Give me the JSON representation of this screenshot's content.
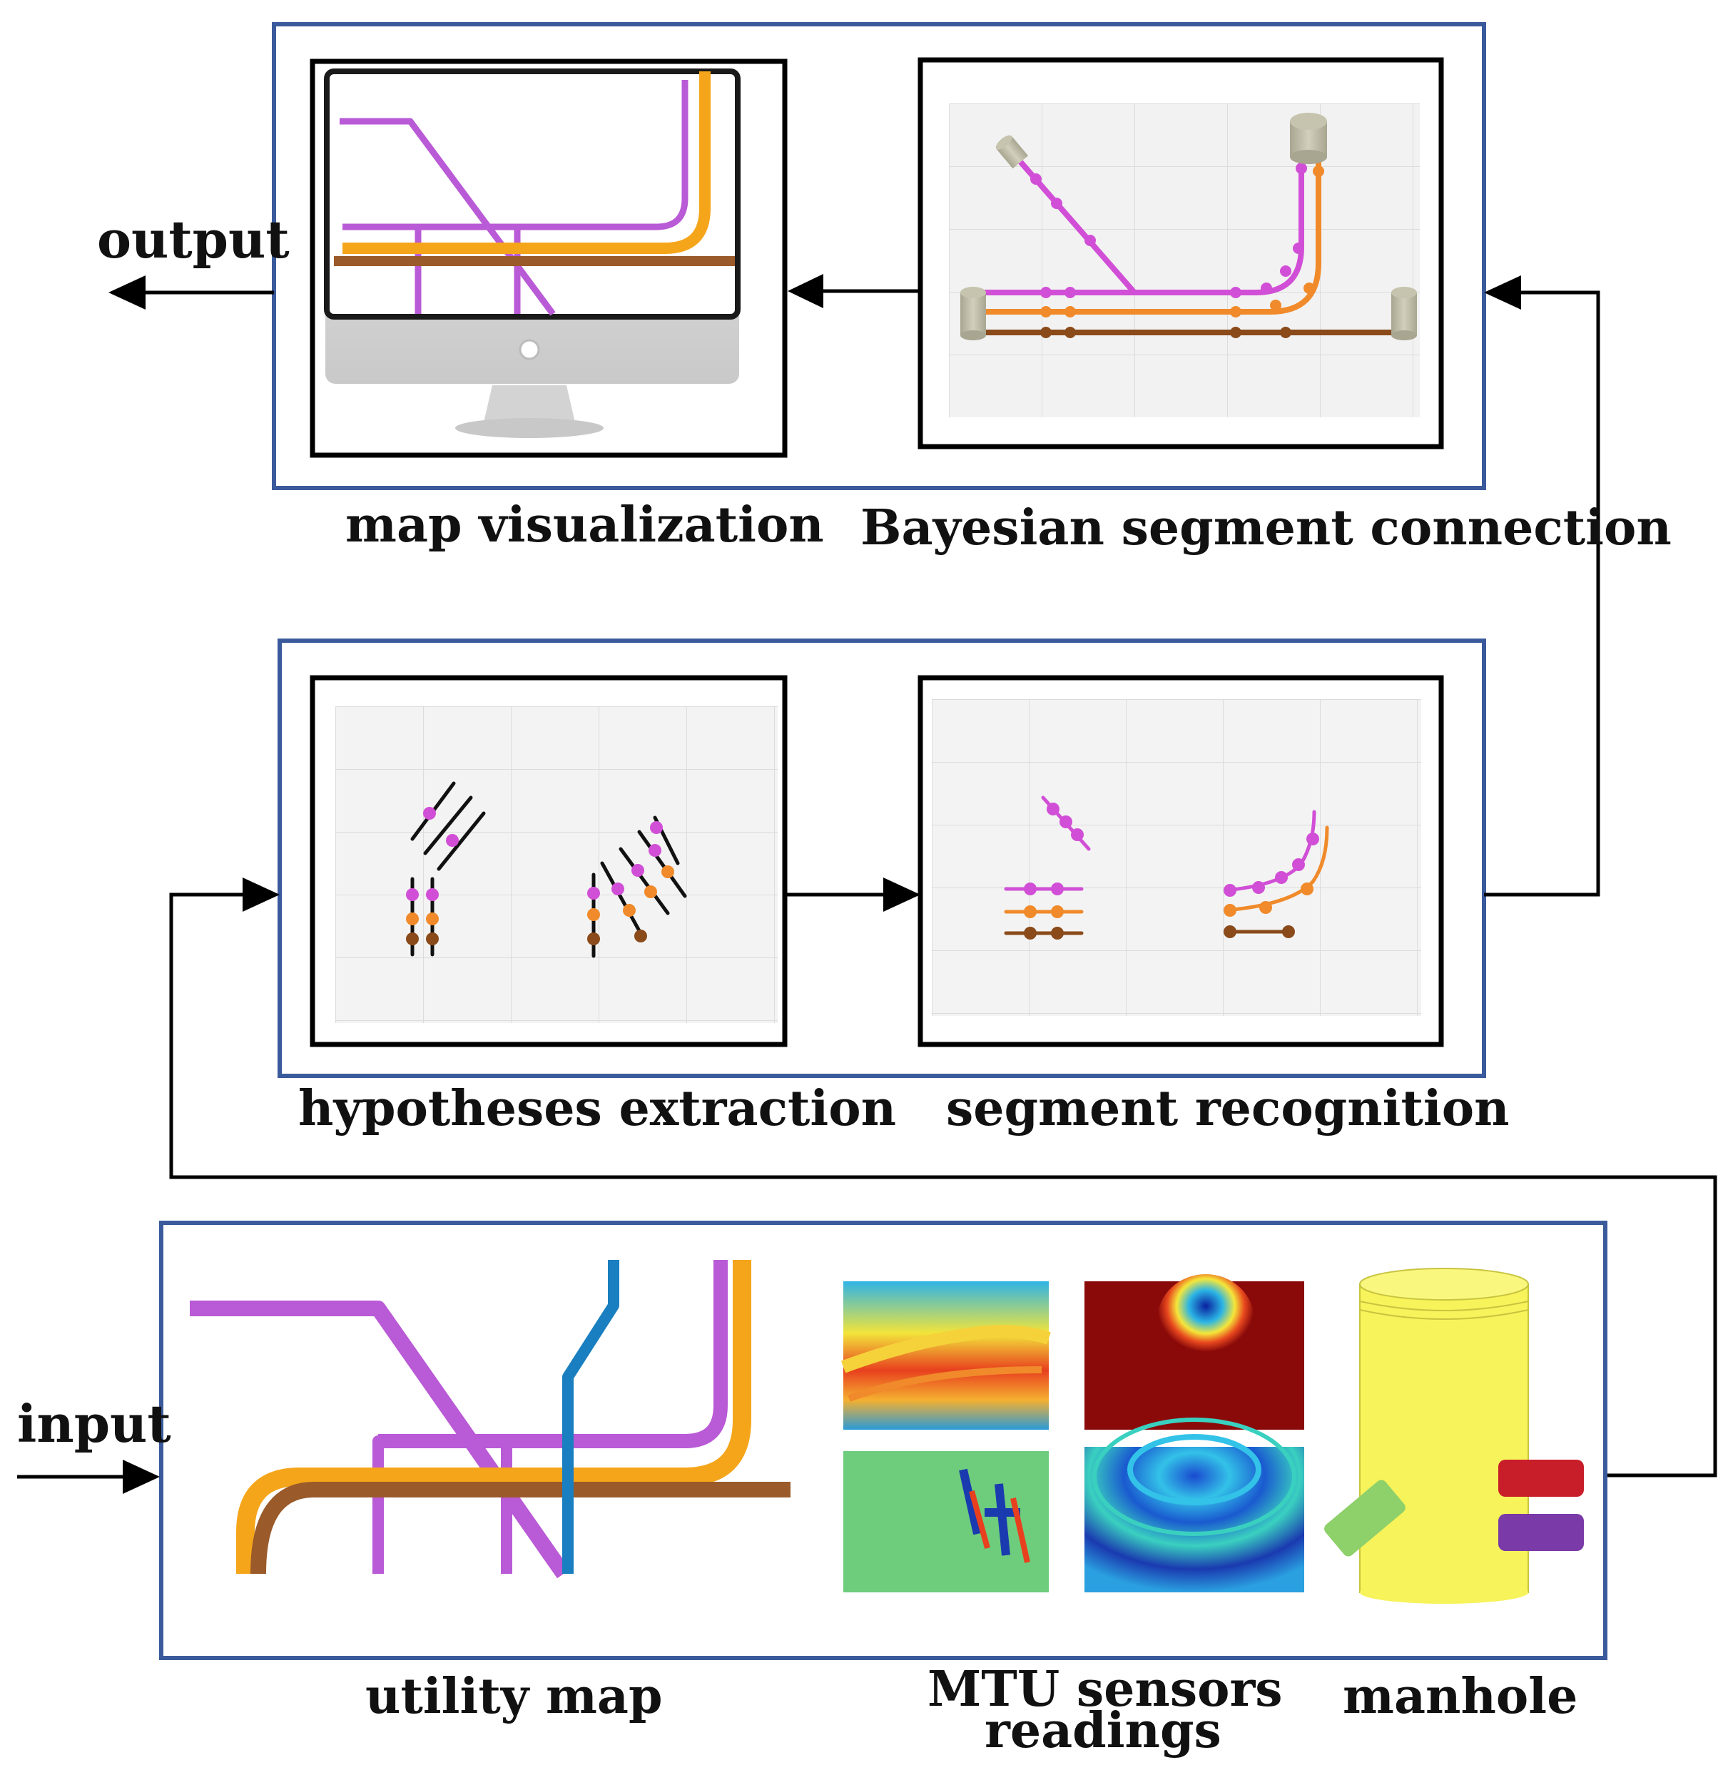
{
  "labels": {
    "output": "output",
    "input": "input",
    "map_visualization": "map visualization",
    "bayesian_segment_connection": "Bayesian segment connection",
    "hypotheses_extraction": "hypotheses extraction",
    "segment_recognition": "segment recognition",
    "utility_map": "utility map",
    "mtu_sensors_line1": "MTU sensors",
    "mtu_sensors_line2": "readings",
    "manhole": "manhole"
  },
  "colors": {
    "stage_border": "#3a5a9c",
    "purple_pipe": "#b95ad6",
    "magenta_pipe": "#d14fd6",
    "orange_pipe": "#f5a51a",
    "dark_orange_pipe": "#f08a2a",
    "brown_pipe": "#9a5a2a",
    "blue_pipe": "#1a7fc0",
    "manhole_yellow": "#f7f35a",
    "red_block": "#c81e2a",
    "purple_block": "#7a3aa8",
    "green_block": "#8ed06a"
  },
  "icons": [
    "monitor-icon",
    "manhole-icon",
    "arrow-icon"
  ]
}
